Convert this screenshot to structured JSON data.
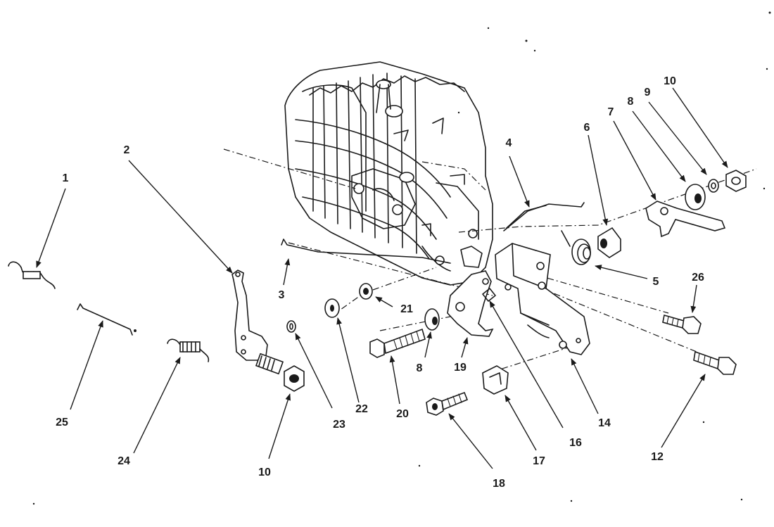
{
  "labels": {
    "p1": "1",
    "p2": "2",
    "p3": "3",
    "p4": "4",
    "p5": "5",
    "p6": "6",
    "p7": "7",
    "p8a": "8",
    "p8b": "8",
    "p9": "9",
    "p10a": "10",
    "p10b": "10",
    "p12": "12",
    "p14": "14",
    "p16": "16",
    "p17": "17",
    "p18": "18",
    "p19": "19",
    "p20": "20",
    "p21": "21",
    "p22": "22",
    "p23": "23",
    "p24": "24",
    "p25": "25",
    "p26": "26"
  }
}
